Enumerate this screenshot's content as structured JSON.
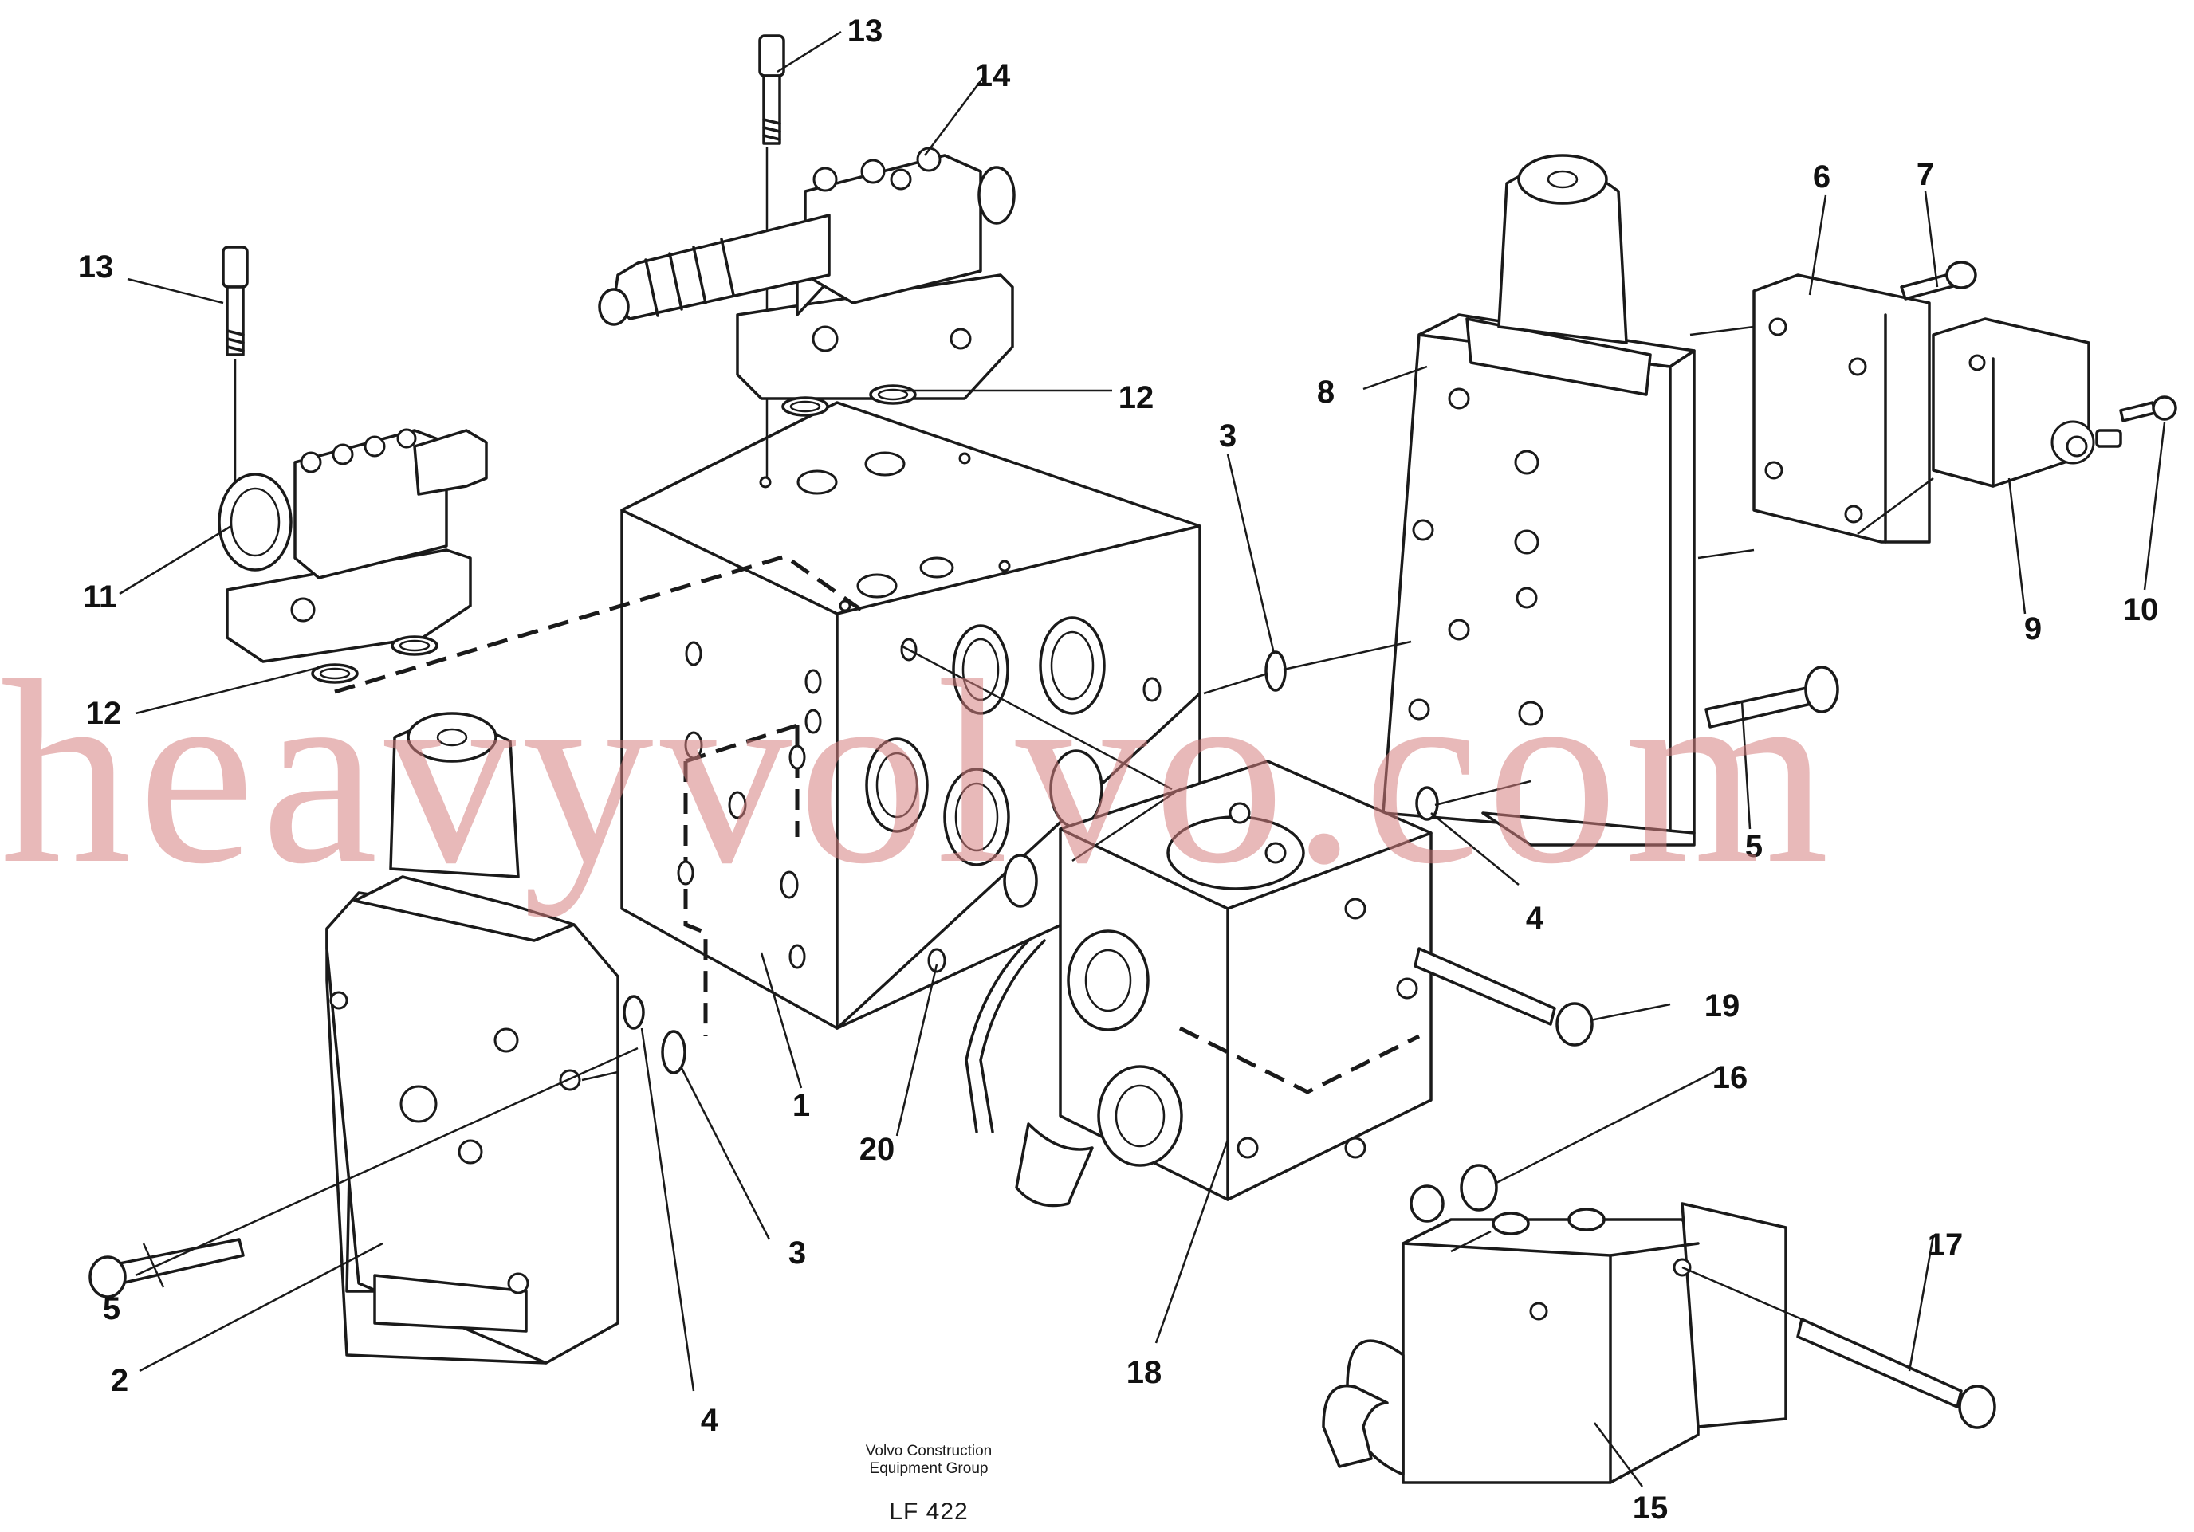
{
  "callouts": [
    "1",
    "2",
    "3",
    "3",
    "4",
    "4",
    "5",
    "5",
    "6",
    "7",
    "8",
    "9",
    "10",
    "11",
    "12",
    "12",
    "13",
    "13",
    "14",
    "15",
    "16",
    "17",
    "18",
    "19",
    "20"
  ],
  "watermark": "heavyvolvo.com",
  "caption": {
    "line1": "Volvo Construction",
    "line2": "Equipment Group",
    "code": "LF 422"
  }
}
